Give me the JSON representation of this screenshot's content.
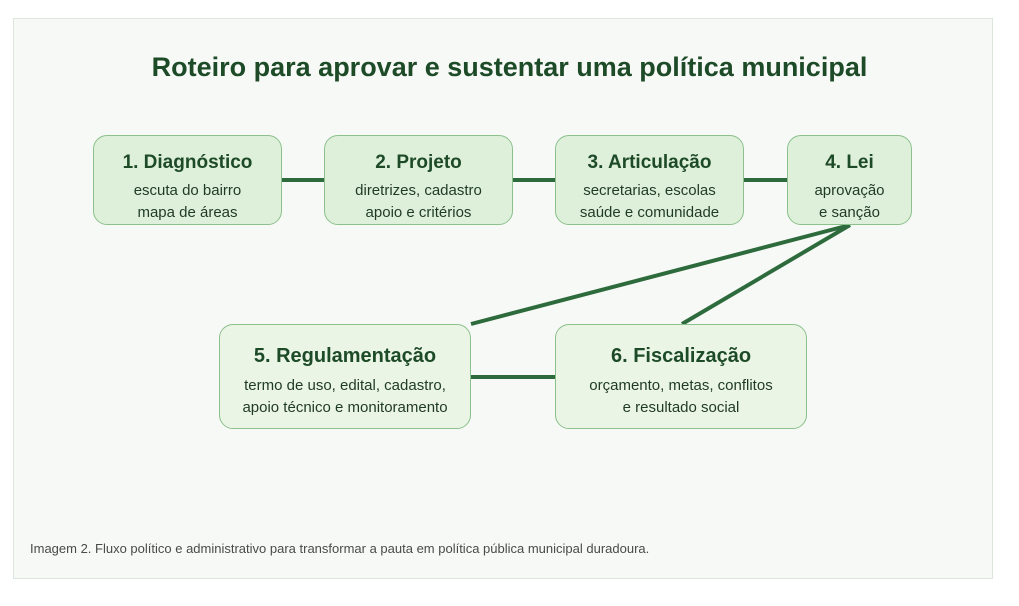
{
  "title": "Roteiro para aprovar e sustentar uma política municipal",
  "steps": [
    {
      "title": "1. Diagnóstico",
      "lines": [
        "escuta do bairro",
        "mapa de áreas"
      ]
    },
    {
      "title": "2. Projeto",
      "lines": [
        "diretrizes, cadastro",
        "apoio e critérios"
      ]
    },
    {
      "title": "3. Articulação",
      "lines": [
        "secretarias, escolas",
        "saúde e comunidade"
      ]
    },
    {
      "title": "4. Lei",
      "lines": [
        "aprovação",
        "e sanção"
      ]
    },
    {
      "title": "5. Regulamentação",
      "lines": [
        "termo de uso, edital, cadastro,",
        "apoio técnico e monitoramento"
      ]
    },
    {
      "title": "6. Fiscalização",
      "lines": [
        "orçamento, metas, conflitos",
        "e resultado social"
      ]
    }
  ],
  "caption": "Imagem 2. Fluxo político e administrativo para transformar a pauta em política pública municipal duradoura.",
  "colors": {
    "line": "#2e6b3c",
    "box_fill": "#dff0da",
    "box_border": "#8cc08c",
    "title": "#1d4a27"
  }
}
